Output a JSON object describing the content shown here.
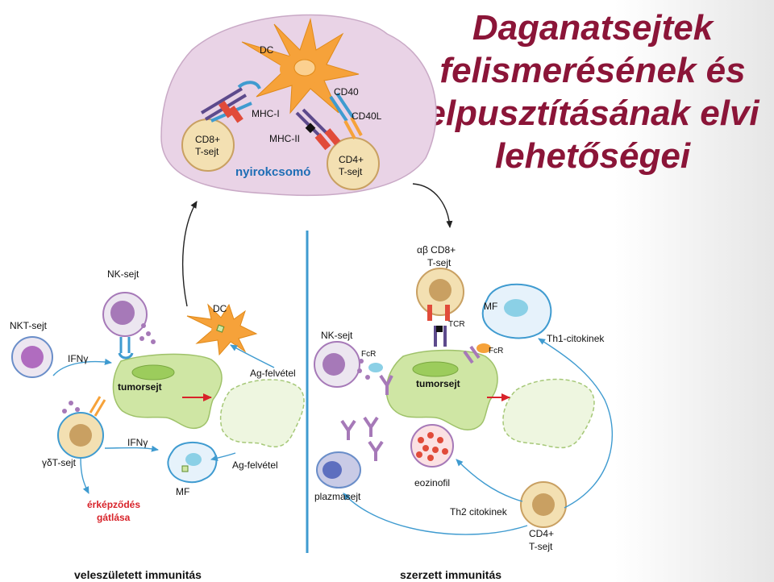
{
  "title_lines": [
    "Daganatsejtek",
    "felismerésének és",
    "elpusztításának elvi",
    "lehetőségei"
  ],
  "lymph_node": {
    "dc": "DC",
    "mhc1": "MHC-I",
    "mhc2": "MHC-II",
    "cd40": "CD40",
    "cd40l": "CD40L",
    "cd8_line1": "CD8+",
    "cd8_line2": "T-sejt",
    "cd4_line1": "CD4+",
    "cd4_line2": "T-sejt",
    "label": "nyirokcsomó"
  },
  "innate": {
    "nk": "NK-sejt",
    "nkt": "NKT-sejt",
    "dc": "DC",
    "ifn_top": "IFNγ",
    "tumor": "tumorsejt",
    "ag_uptake_1": "Ag-felvétel",
    "ifn_bottom": "IFNγ",
    "gdt": "γδT-sejt",
    "ag_uptake_2": "Ag-felvétel",
    "mf": "MF",
    "angio_line1": "érképződés",
    "angio_line2": "gátlása",
    "section_label": "veleszületett immunitás"
  },
  "adaptive": {
    "cd8_line1": "αβ CD8+",
    "cd8_line2": "T-sejt",
    "mf": "MF",
    "nk": "NK-sejt",
    "tcr": "TCR",
    "th1": "Th1-citokinek",
    "fcr_left": "FcR",
    "fcr_right": "FcR",
    "tumor": "tumorsejt",
    "plasma": "plazmasejt",
    "eos": "eozinofil",
    "th2": "Th2 citokinek",
    "cd4_line1": "CD4+",
    "cd4_line2": "T-sejt",
    "section_label": "szerzett immunitás"
  },
  "colors": {
    "title": "#8b1538",
    "node_fill": "#e9d3e6",
    "dc_orange": "#f6a23a",
    "tumor_green": "#cfe6a4",
    "tcell_fill": "#f3e0b2",
    "nucleus_brown": "#c9a062",
    "nk_purple": "#a679b8",
    "divider_blue": "#3f9bd0",
    "arrow_red": "#d8232a",
    "arrow_blue": "#3f9bd0",
    "red_text": "#d8232a",
    "blue_label": "#1e6eb5"
  }
}
